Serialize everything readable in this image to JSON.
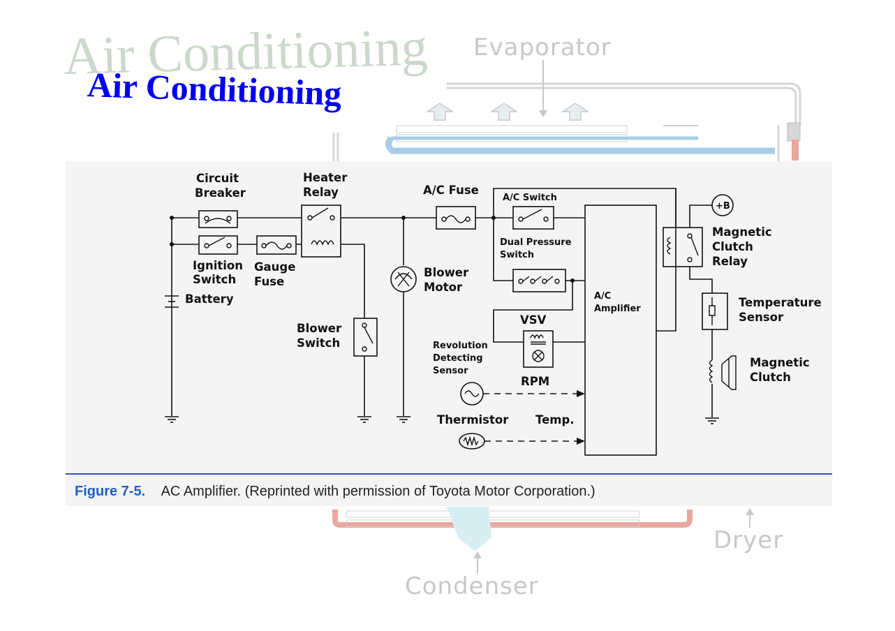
{
  "slide": {
    "title": "Air Conditioning",
    "title_shadow": "Air Conditioning"
  },
  "background_labels": {
    "evaporator": "Evaporator",
    "dryer": "Dryer",
    "condenser": "Condenser"
  },
  "diagram": {
    "labels": {
      "circuit_breaker_1": "Circuit",
      "circuit_breaker_2": "Breaker",
      "heater_relay_1": "Heater",
      "heater_relay_2": "Relay",
      "ac_fuse": "A/C Fuse",
      "ac_switch": "A/C Switch",
      "dual_pressure_1": "Dual Pressure",
      "dual_pressure_2": "Switch",
      "plus_b": "+B",
      "magnetic_clutch_relay_1": "Magnetic",
      "magnetic_clutch_relay_2": "Clutch",
      "magnetic_clutch_relay_3": "Relay",
      "ignition_switch_1": "Ignition",
      "ignition_switch_2": "Switch",
      "gauge_fuse_1": "Gauge",
      "gauge_fuse_2": "Fuse",
      "battery": "Battery",
      "blower_motor_1": "Blower",
      "blower_motor_2": "Motor",
      "ac_amplifier_1": "A/C",
      "ac_amplifier_2": "Amplifier",
      "temperature_sensor_1": "Temperature",
      "temperature_sensor_2": "Sensor",
      "blower_switch_1": "Blower",
      "blower_switch_2": "Switch",
      "vsv": "VSV",
      "revolution_sensor_1": "Revolution",
      "revolution_sensor_2": "Detecting",
      "revolution_sensor_3": "Sensor",
      "rpm": "RPM",
      "magnetic_clutch_1": "Magnetic",
      "magnetic_clutch_2": "Clutch",
      "thermistor": "Thermistor",
      "temp": "Temp."
    },
    "colors": {
      "background_panel": "#f4f4f4",
      "wire": "#111111",
      "caption_rule": "#2c54c8",
      "figure_number": "#1f5fbf"
    }
  },
  "caption": {
    "figure_number": "Figure 7-5.",
    "text": "AC Amplifier. (Reprinted with permission of Toyota Motor Corporation.)"
  }
}
